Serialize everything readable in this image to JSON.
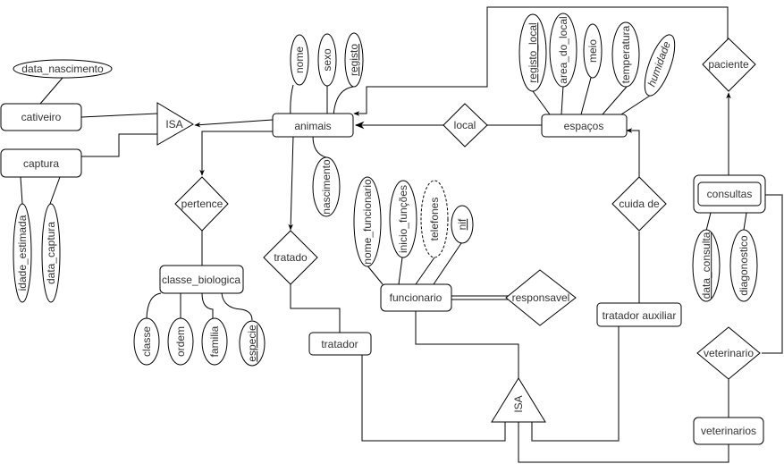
{
  "diagram": {
    "type": "entity-relationship",
    "entities": {
      "cativeiro": "cativeiro",
      "captura": "captura",
      "animais": "animais",
      "espacos": "espaços",
      "classe_biologica": "classe_biologica",
      "funcionario": "funcionario",
      "tratador": "tratador",
      "tratador_auxiliar": "tratador auxiliar",
      "consultas": "consultas",
      "veterinarios": "veterinarios"
    },
    "relationships": {
      "local": "local",
      "pertence": "pertence",
      "tratado": "tratado",
      "responsavel": "responsavel",
      "cuida_de": "cuida de",
      "paciente": "paciente",
      "veterinario": "veterinario"
    },
    "isa": {
      "animais_isa": "ISA",
      "funcionario_isa": "ISA"
    },
    "attributes": {
      "data_nascimento": "data_nascimento",
      "idade_estimada": "idade_estimada",
      "data_captura": "data_captura",
      "nome": "nome",
      "sexo": "sexo",
      "registo": "registo",
      "nascimento": "nascimento",
      "registo_local": "registo_local",
      "area_do_local": "area_do_local",
      "meio": "meio",
      "temperatura": "temperatura",
      "humidade": "humidade",
      "classe": "classe",
      "ordem": "ordem",
      "familia": "familia",
      "especie": "especie",
      "nome_funcionario": "nome_funcionario",
      "inicio_funcoes": "inicio_funções",
      "telefones": "telefones",
      "nif": "nif",
      "data_consulta": "data_consulta",
      "diagonostico": "diagonostico"
    },
    "key_attributes": [
      "registo",
      "registo_local",
      "especie",
      "nif",
      "data_consulta"
    ],
    "multivalued_attributes": [
      "telefones"
    ],
    "weak_entities": [
      "consultas"
    ]
  }
}
